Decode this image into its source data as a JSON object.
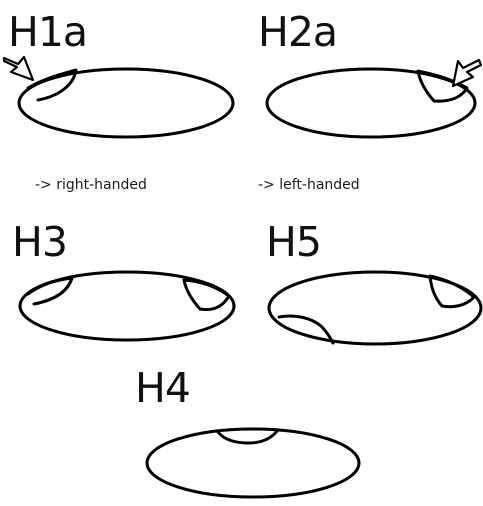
{
  "labels": {
    "h1a": "H1a",
    "h2a": "H2a",
    "h3": "H3",
    "h5": "H5",
    "h4": "H4"
  },
  "notes": {
    "h1a": "-> right-handed",
    "h2a": "-> left-handed"
  },
  "colors": {
    "stroke": "#000000",
    "background": "#ffffff"
  }
}
